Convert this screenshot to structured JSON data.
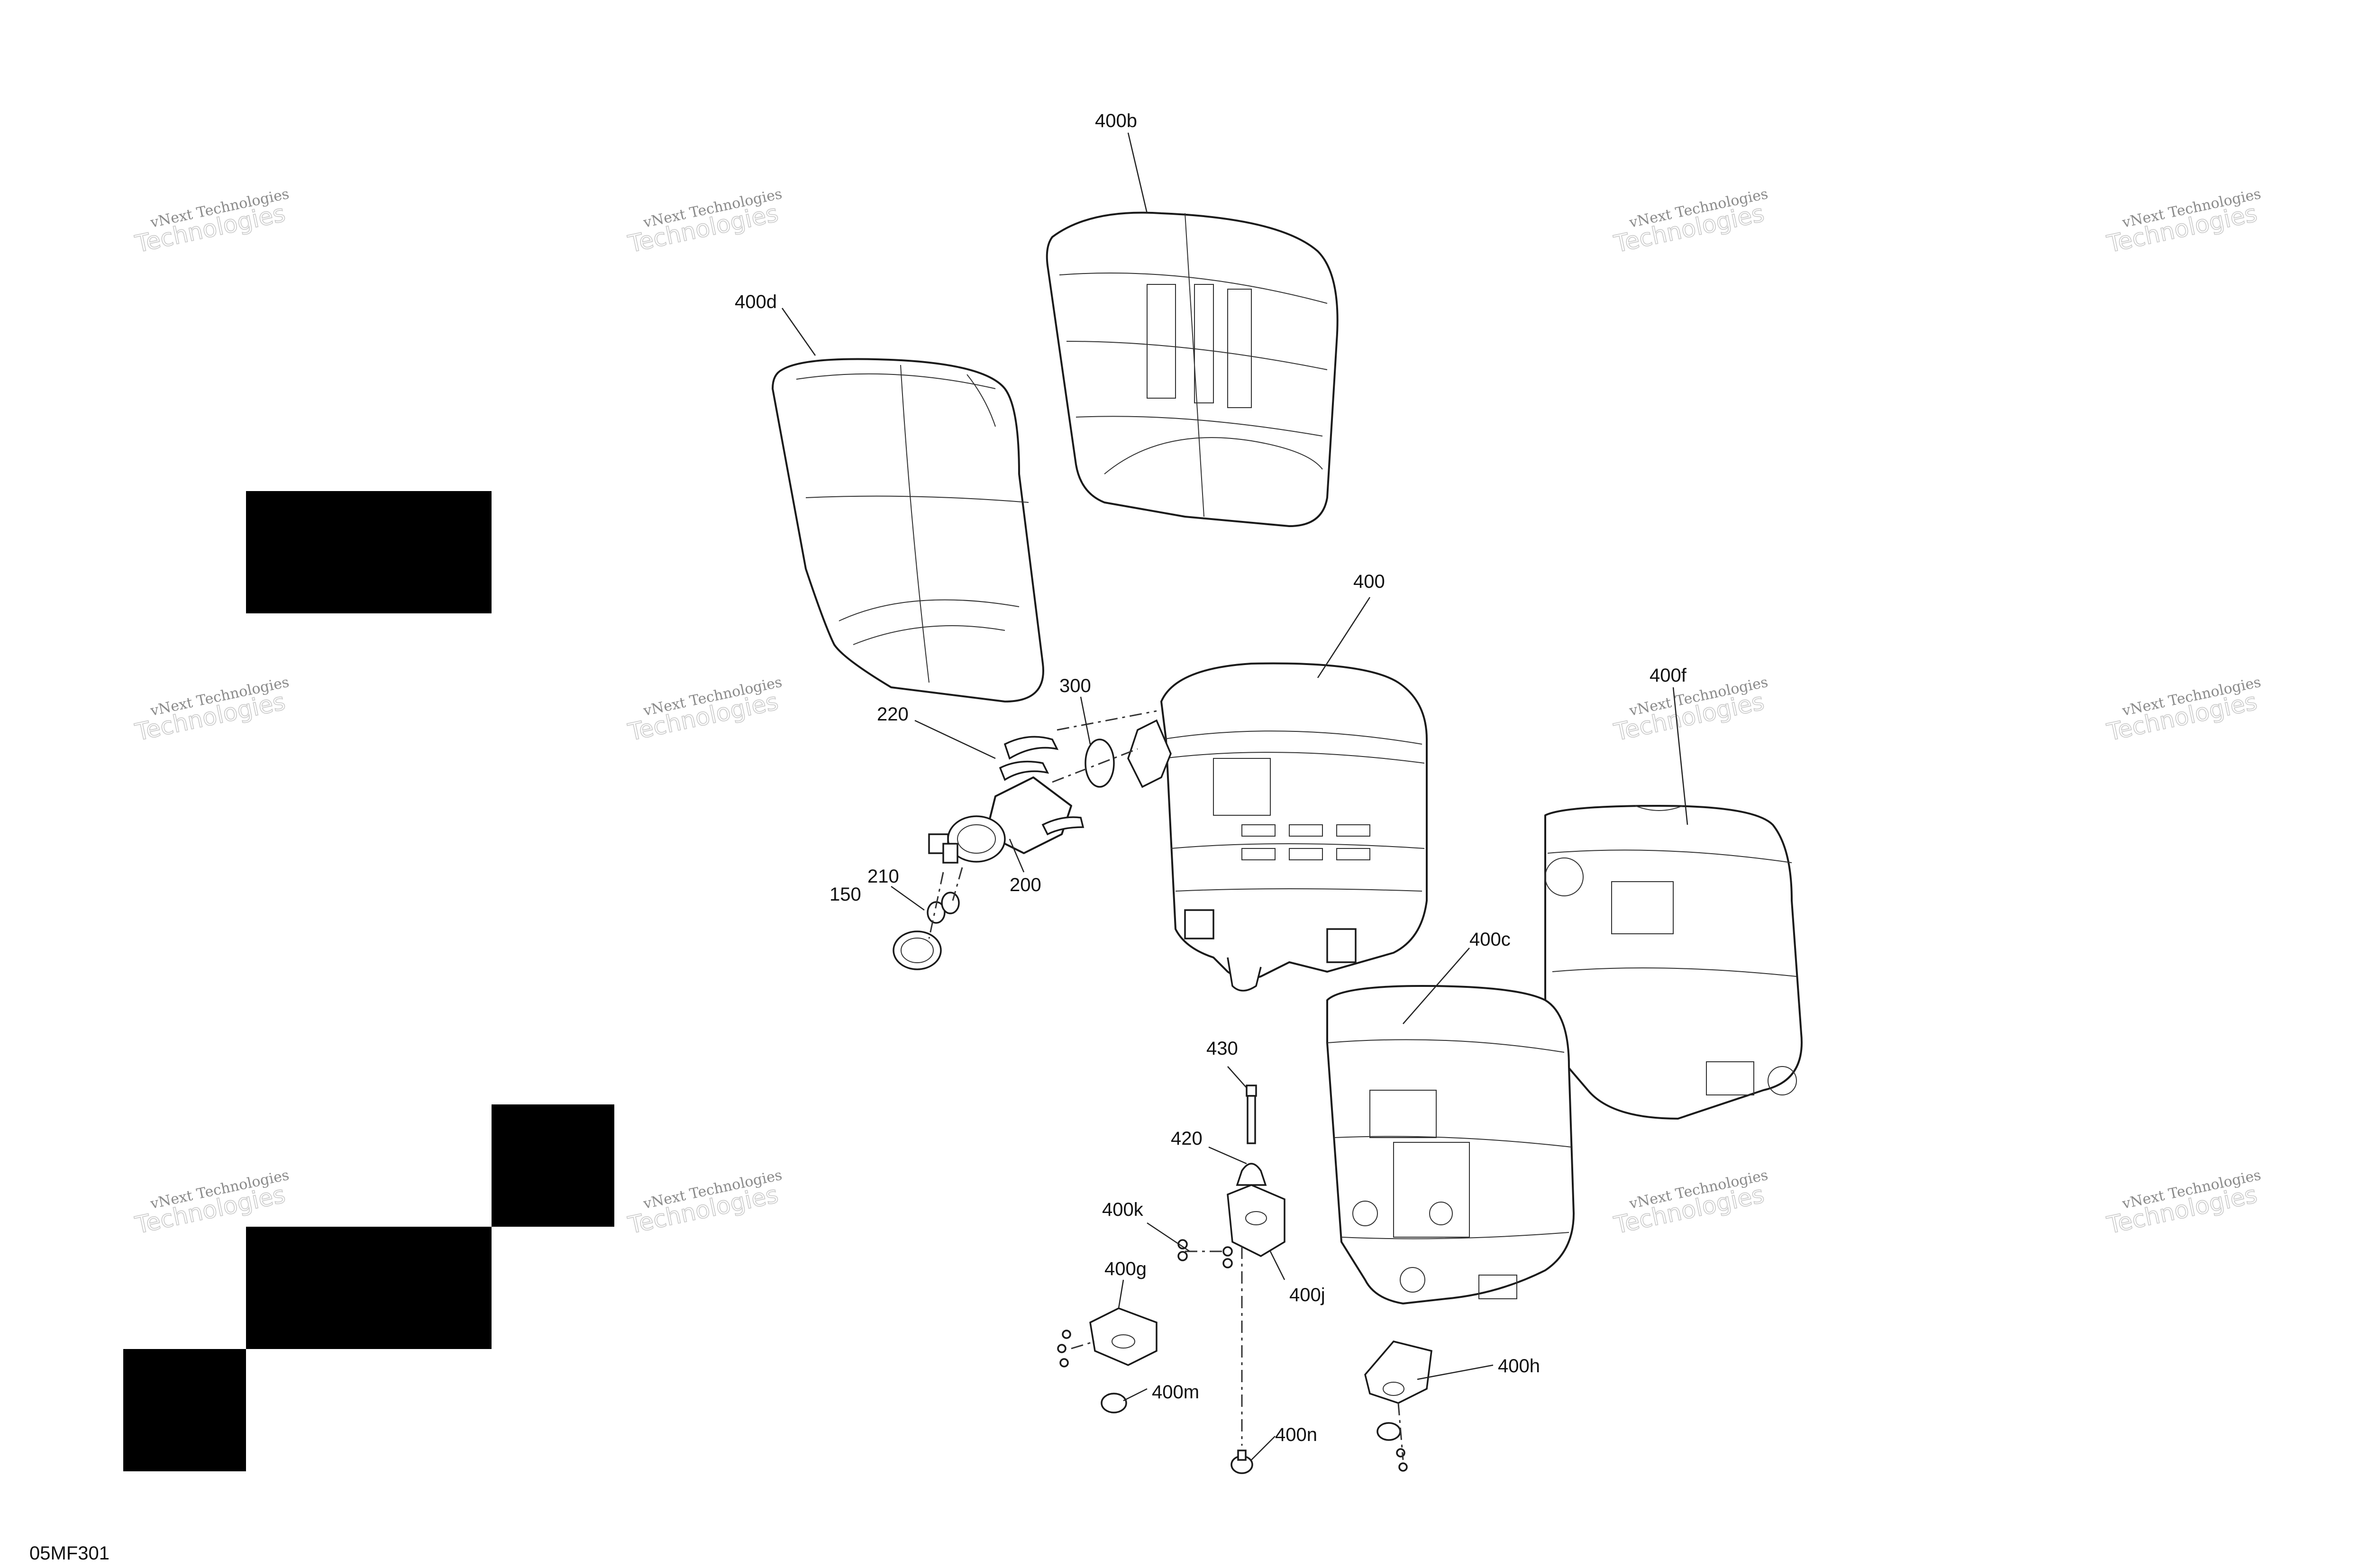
{
  "diagram": {
    "drawing_code": "05MF301",
    "watermark": {
      "line1": "vNext Technologies",
      "line2": "Technologies"
    },
    "callouts": [
      {
        "id": "400b",
        "label": "400b"
      },
      {
        "id": "400d",
        "label": "400d"
      },
      {
        "id": "400",
        "label": "400"
      },
      {
        "id": "300",
        "label": "300"
      },
      {
        "id": "220",
        "label": "220"
      },
      {
        "id": "400f",
        "label": "400f"
      },
      {
        "id": "200",
        "label": "200"
      },
      {
        "id": "210",
        "label": "210"
      },
      {
        "id": "150",
        "label": "150"
      },
      {
        "id": "400c",
        "label": "400c"
      },
      {
        "id": "430",
        "label": "430"
      },
      {
        "id": "420",
        "label": "420"
      },
      {
        "id": "400k",
        "label": "400k"
      },
      {
        "id": "400g",
        "label": "400g"
      },
      {
        "id": "400j",
        "label": "400j"
      },
      {
        "id": "400h",
        "label": "400h"
      },
      {
        "id": "400m",
        "label": "400m"
      },
      {
        "id": "400n",
        "label": "400n"
      }
    ]
  }
}
